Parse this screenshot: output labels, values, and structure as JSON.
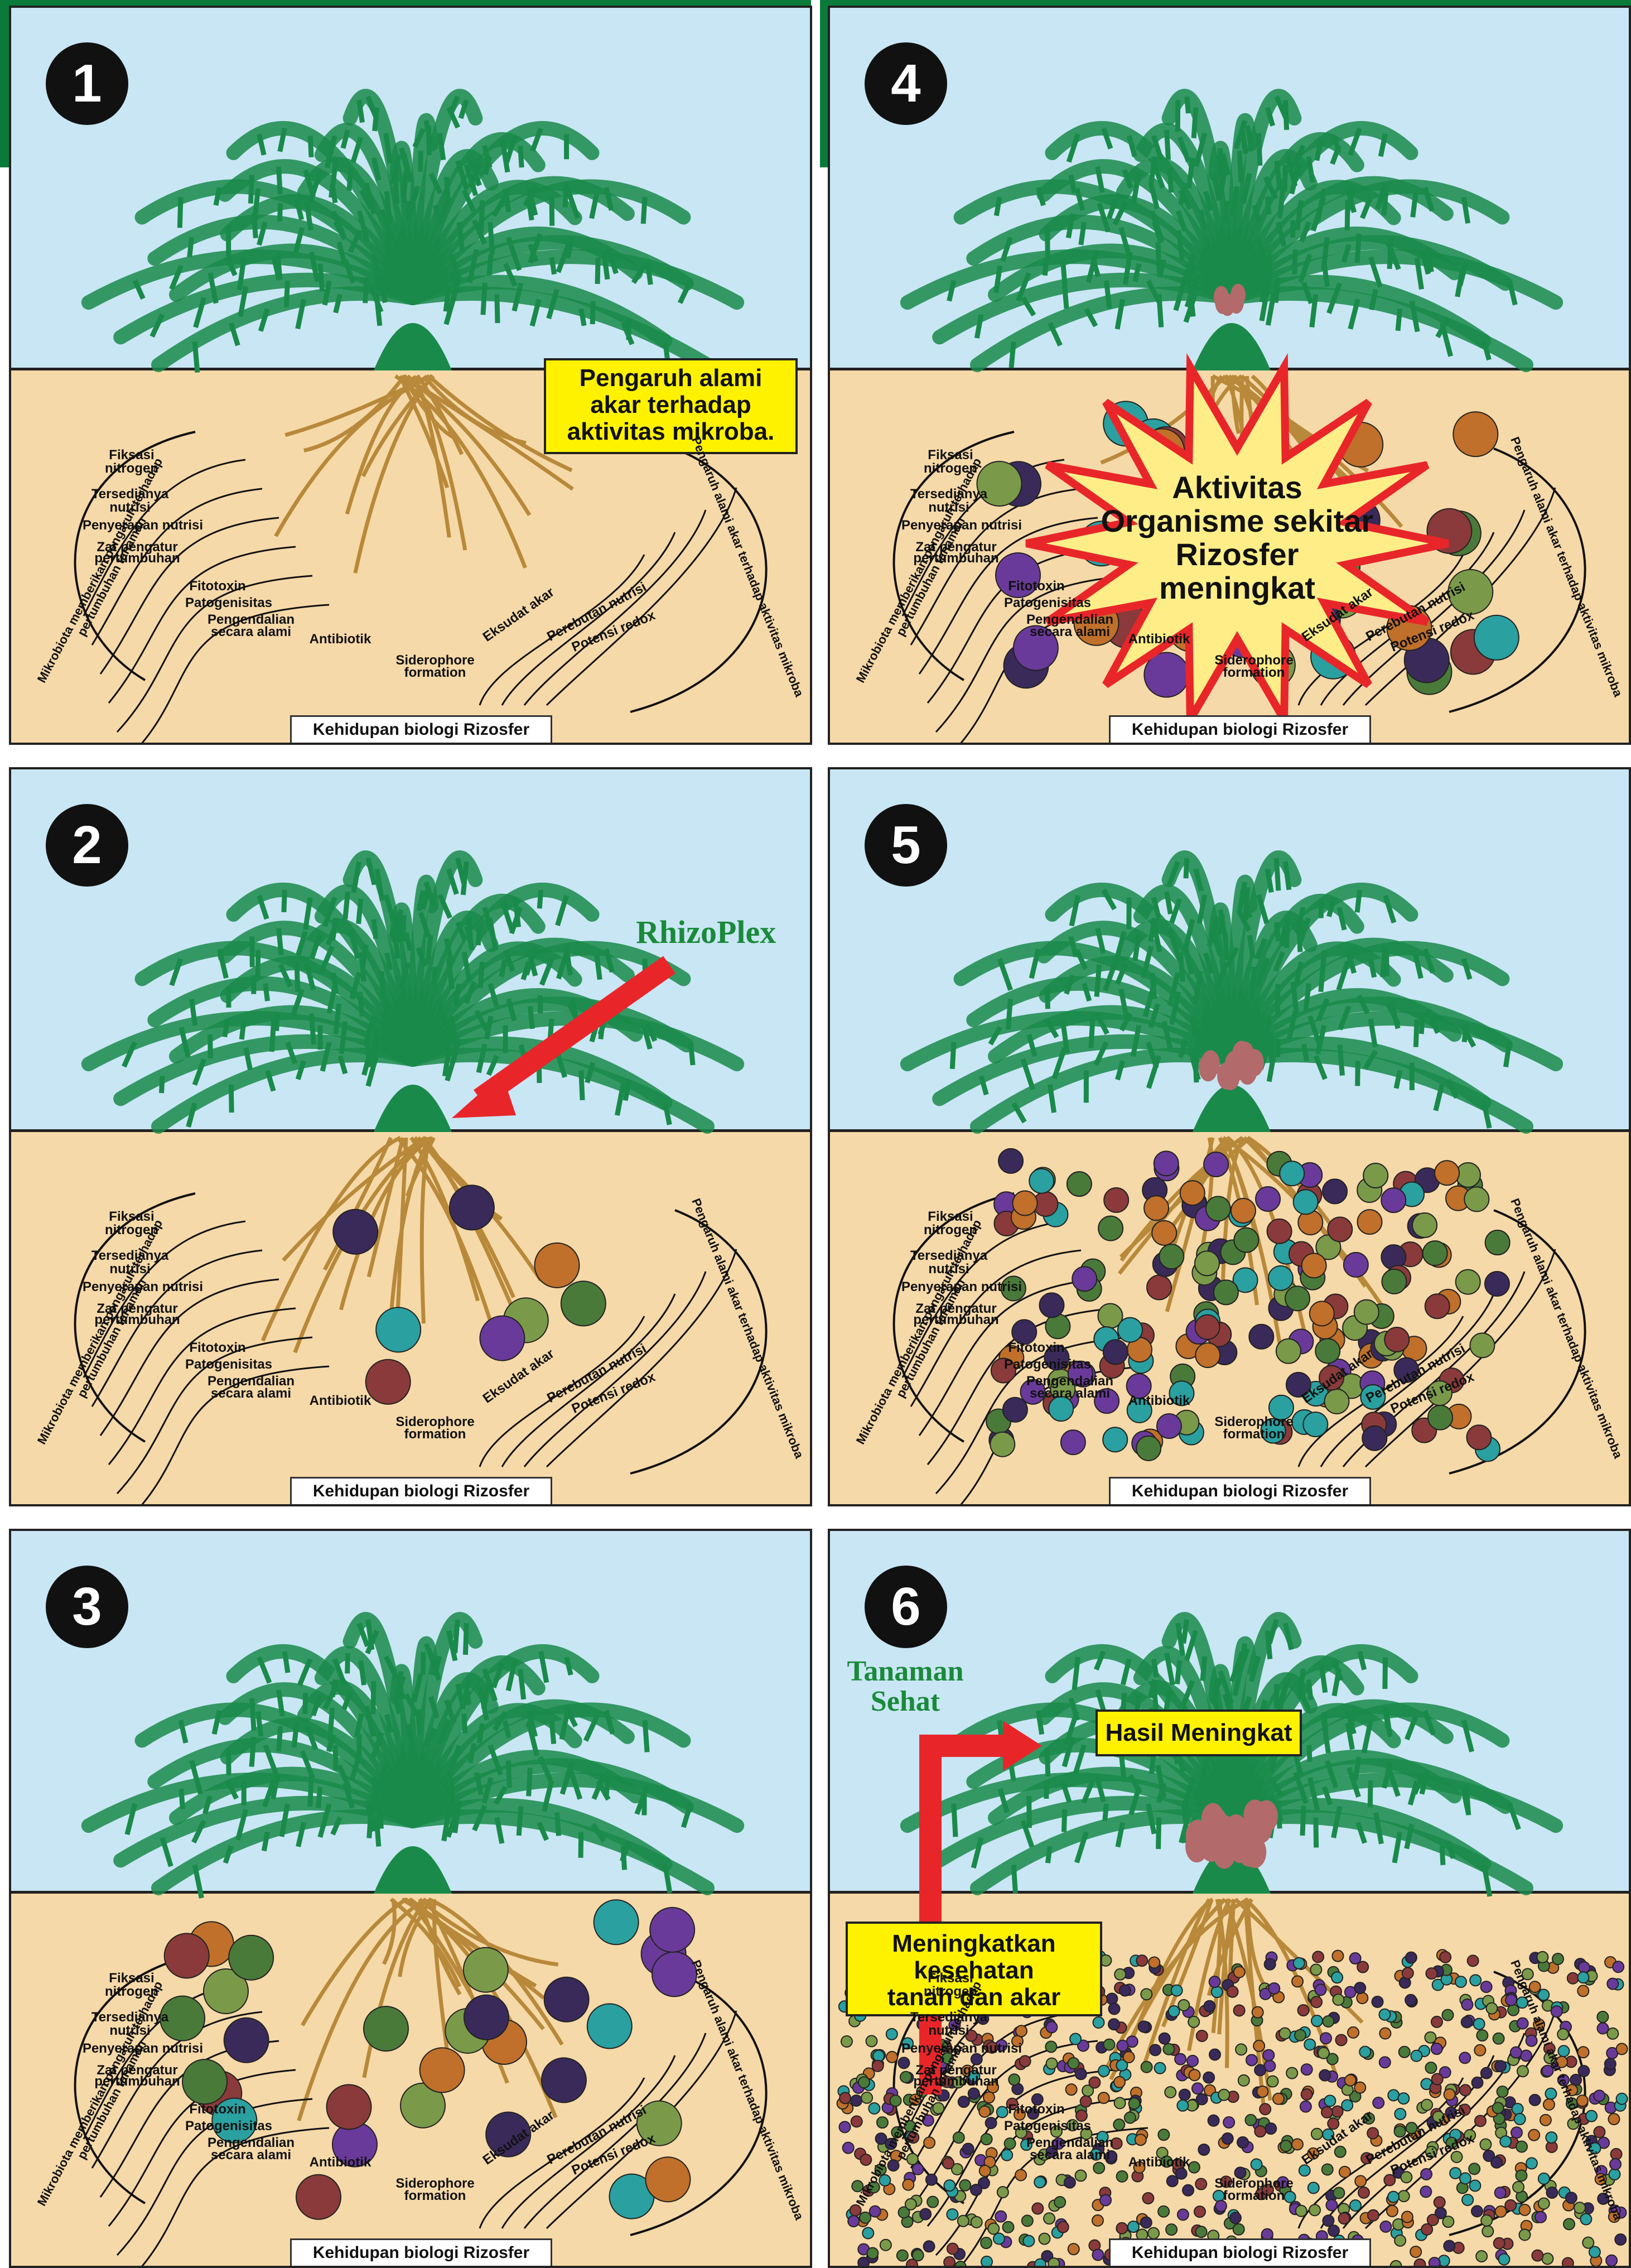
{
  "colors": {
    "band": "#0a7a3a",
    "palm": "#1a8a4a",
    "sky": "#c9e6f5",
    "soil": "#f6d9a8",
    "root": "#b8893a",
    "callout": "#fff200",
    "arrow": "#e8262a",
    "fruit": "#b36a6a"
  },
  "panels": [
    {
      "number": "1"
    },
    {
      "number": "2"
    },
    {
      "number": "3"
    },
    {
      "number": "4"
    },
    {
      "number": "5"
    },
    {
      "number": "6"
    }
  ],
  "diagram": {
    "arc_left": "Mikrobiota memberikan pengaruh terhadap pertumbuhan tanaman",
    "arc_right": "Pengaruh alami akar terhadap aktivitas mikroba",
    "labels": {
      "fiksasi": "Fiksasi",
      "nitrogen": "nitrogen",
      "tersedianya": "Tersedianya",
      "nutrisi": "nutrisi",
      "penyerapan": "Penyerapan nutrisi",
      "zat1": "Zat pengatur",
      "zat2": "pertumbuhan",
      "fitotoxin": "Fitotoxin",
      "patogenisitas": "Patogenisitas",
      "pengendalian1": "Pengendalian",
      "pengendalian2": "secara alami",
      "antibiotik": "Antibiotik",
      "siderophore1": "Siderophore",
      "siderophore2": "formation",
      "eksudat": "Eksudat akar",
      "perebutan": "Perebutan nutrisi",
      "potensi": "Potensi redox"
    },
    "footer": "Kehidupan biologi Rizosfer"
  },
  "callouts": {
    "p1_line1": "Pengaruh alami",
    "p1_line2": "akar terhadap",
    "p1_line3": "aktivitas mikroba.",
    "p2_brand": "RhizoPlex",
    "p4_line1": "Aktivitas",
    "p4_line2": "Organisme sekitar",
    "p4_line3": "Rizosfer",
    "p4_line4": "meningkat",
    "p6_green1": "Tanaman",
    "p6_green2": "Sehat",
    "p6_hasil": "Hasil Meningkat",
    "p6_line1": "Meningkatkan",
    "p6_line2": "kesehatan",
    "p6_line3": "tanah dan akar"
  },
  "microbe_levels": {
    "panel1": 0,
    "panel2": 8,
    "panel3": 30,
    "panel4": 40,
    "panel5": 180,
    "panel6": 900
  }
}
